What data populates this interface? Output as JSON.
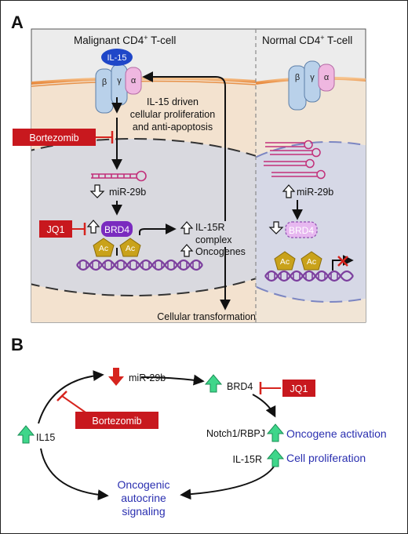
{
  "panel_a": {
    "label": "A",
    "malignant_title": "Malignant CD4",
    "malignant_sup": "+",
    "malignant_suffix": " T-cell",
    "normal_title": "Normal CD4",
    "normal_sup": "+",
    "normal_suffix": " T-cell",
    "il15": "IL-15",
    "beta": "β",
    "gamma": "γ",
    "alpha": "α",
    "il15_effect_line1": "IL-15 driven",
    "il15_effect_line2": "cellular proliferation",
    "il15_effect_line3": "and anti-apoptosis",
    "bortezomib": "Bortezomib",
    "mir29b": "miR-29b",
    "brd4": "BRD4",
    "jq1": "JQ1",
    "ac": "Ac",
    "il15r_line1": "IL-15R",
    "il15r_line2": "complex",
    "oncogenes": "Oncogenes",
    "transformation": "Cellular transformation"
  },
  "panel_b": {
    "label": "B",
    "mir29b": "miR-29b",
    "brd4": "BRD4",
    "jq1": "JQ1",
    "bortezomib": "Bortezomib",
    "il15": "IL15",
    "notch": "Notch1/RBPJ",
    "oncogene_activation": "Oncogene activation",
    "il15r": "IL-15R",
    "cell_proliferation": "Cell proliferation",
    "autocrine_line1": "Oncogenic",
    "autocrine_line2": "autocrine",
    "autocrine_line3": "signaling"
  },
  "colors": {
    "cell_bg": "#f3e2cf",
    "normal_cell_bg": "#f1e5d6",
    "nucleus": "#d9d9df",
    "normal_nucleus": "#d6d8e6",
    "membrane": "#f0a35e",
    "inhibitor_box": "#c8181e",
    "brd4": "#7a2bbf",
    "ac": "#c9a21b",
    "mirna": "#c2307a",
    "dna": "#7c3f9e",
    "up_arrow": "#3fd68a",
    "down_arrow": "#d6241e",
    "blue_text": "#2a2fb0"
  }
}
